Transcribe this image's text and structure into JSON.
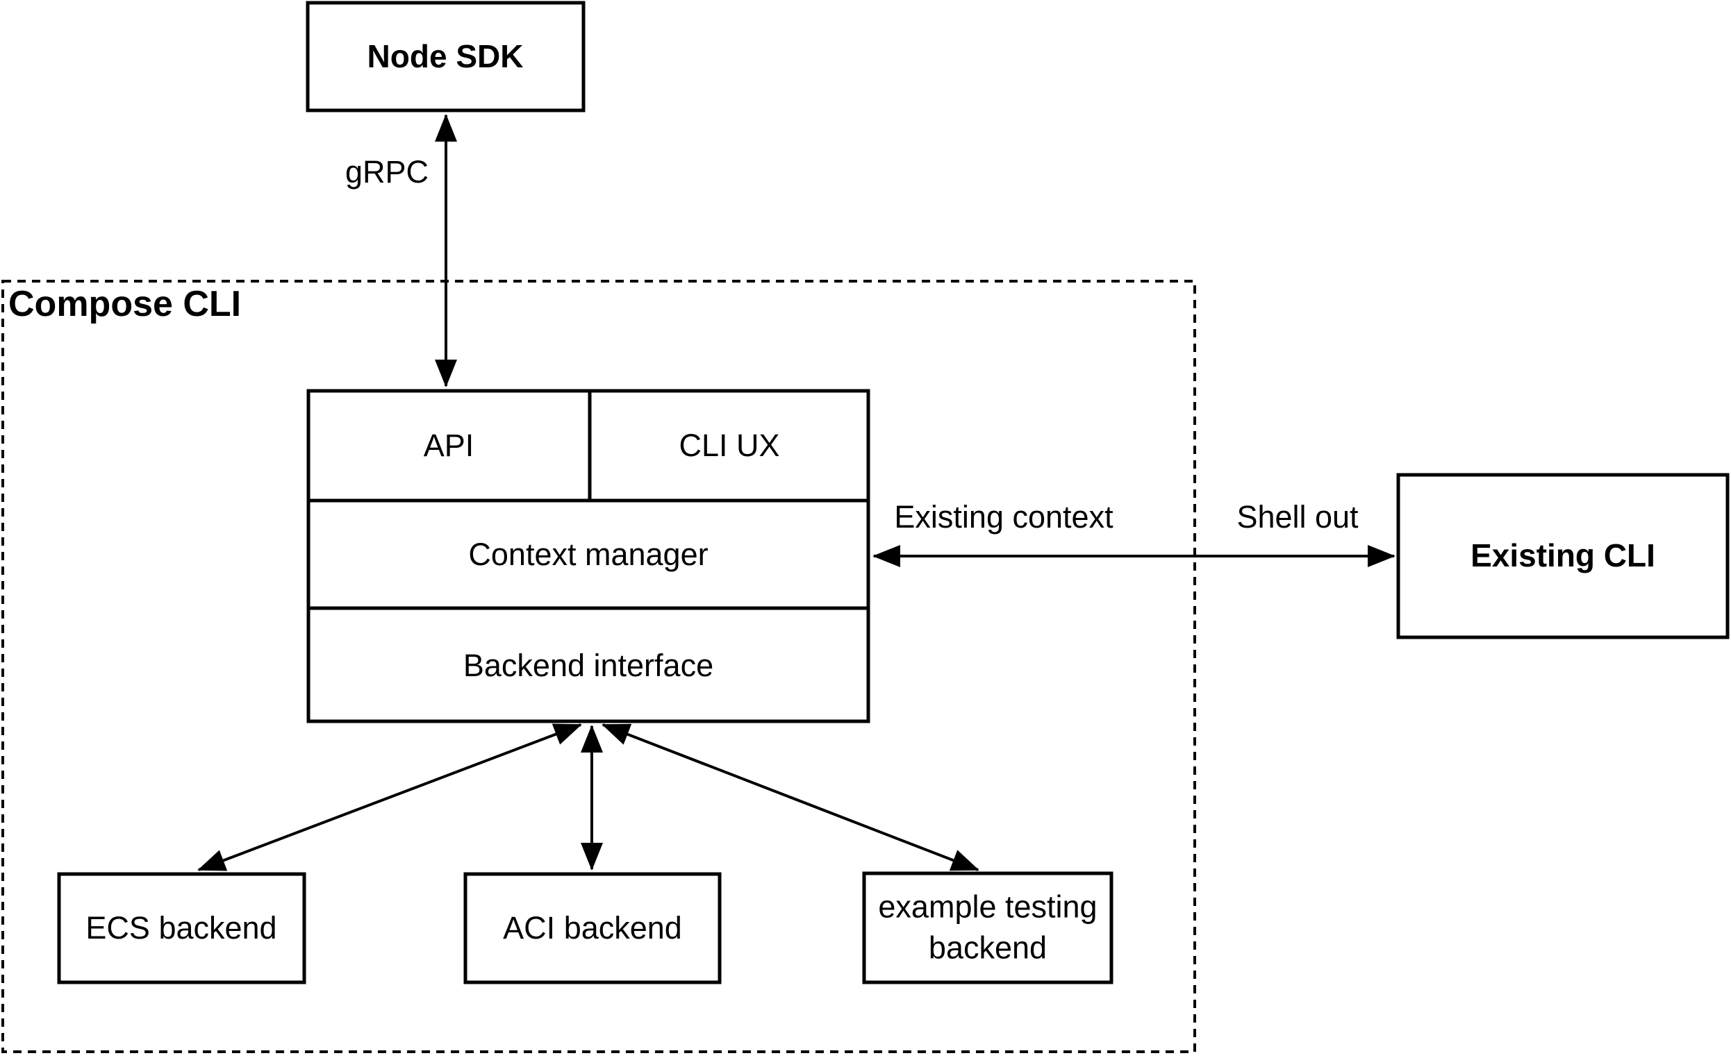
{
  "canvas": {
    "background": "#ffffff",
    "line_color": "#000000",
    "text_color": "#000000"
  },
  "container": {
    "label": "Compose CLI"
  },
  "nodes": {
    "node_sdk": {
      "label": "Node SDK"
    },
    "api": {
      "label": "API"
    },
    "cli_ux": {
      "label": "CLI UX"
    },
    "context_manager": {
      "label": "Context manager"
    },
    "backend_interface": {
      "label": "Backend interface"
    },
    "ecs_backend": {
      "label": "ECS backend"
    },
    "aci_backend": {
      "label": "ACI backend"
    },
    "example_testing_backend": {
      "label": "example testing backend"
    },
    "existing_cli": {
      "label": "Existing CLI"
    }
  },
  "edge_labels": {
    "grpc": "gRPC",
    "existing_context": "Existing context",
    "shell_out": "Shell out"
  }
}
